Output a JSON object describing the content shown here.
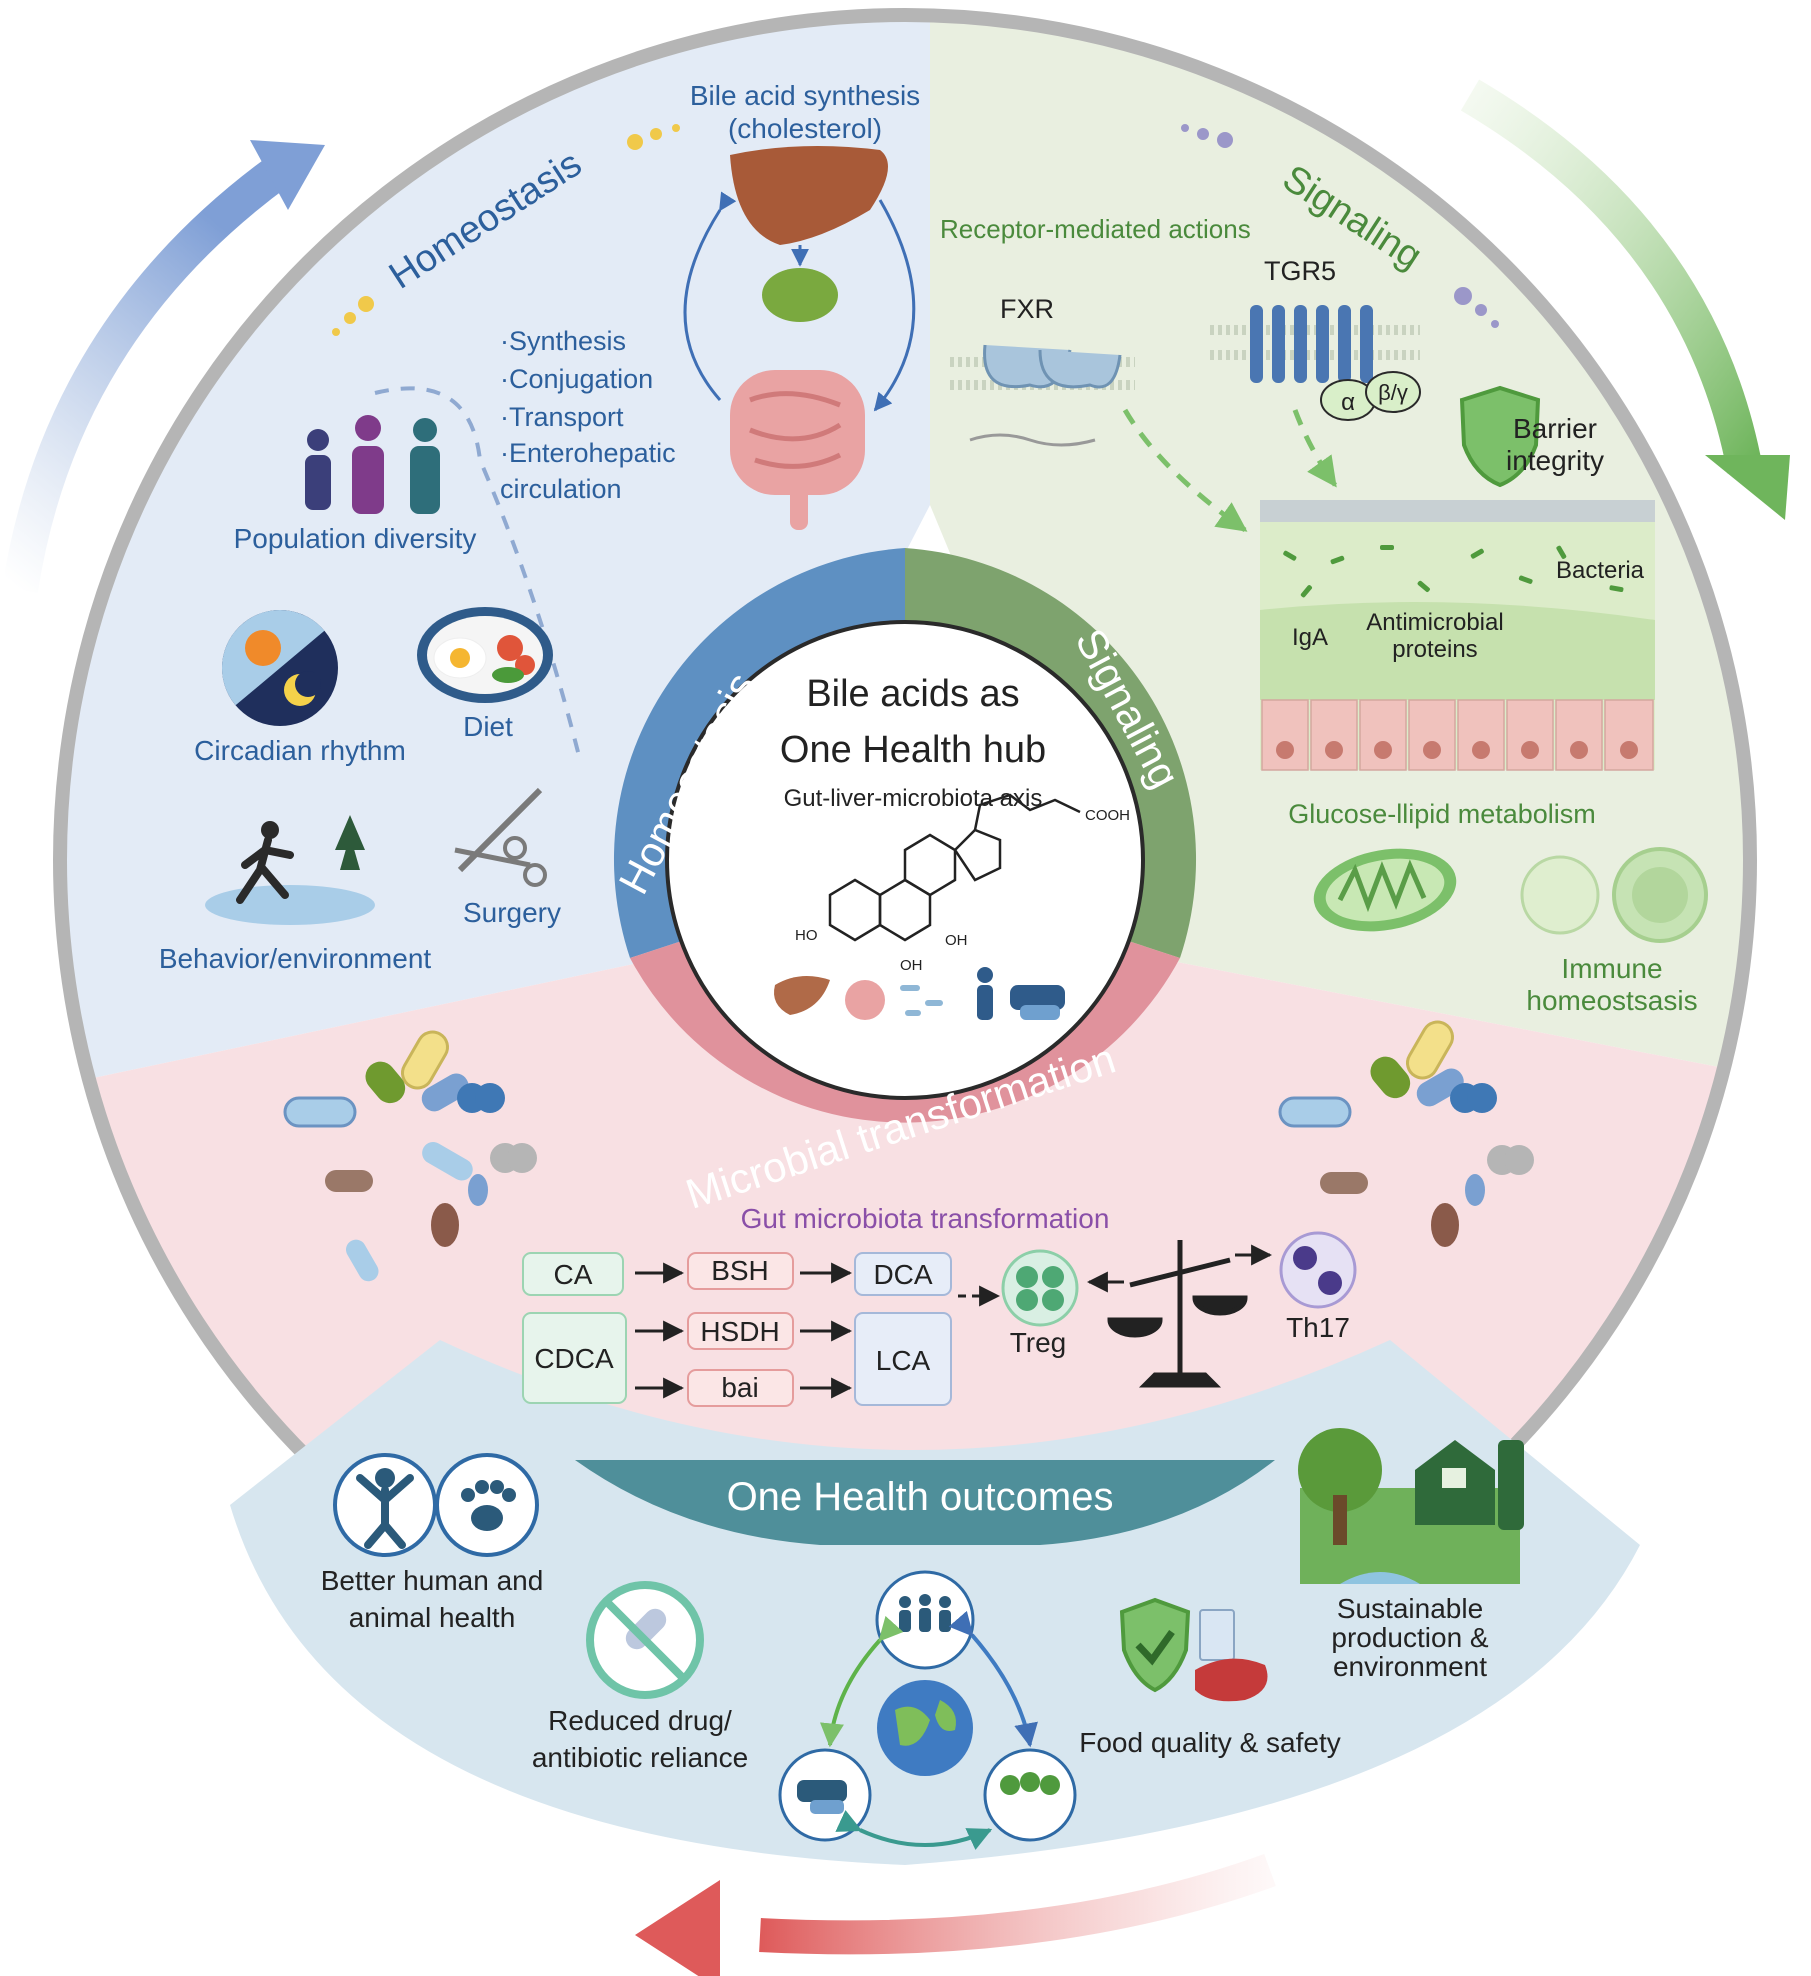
{
  "hub": {
    "title_line1": "Bile acids as",
    "title_line2": "One Health hub",
    "subtitle": "Gut-liver-microbiota axis",
    "chem_cooh": "COOH",
    "chem_ho": "HO",
    "chem_oh1": "OH",
    "chem_oh2": "OH"
  },
  "ring": {
    "homeostasis": "Homeostasis",
    "signaling": "Signaling",
    "microbial": "Microbial transformation"
  },
  "homeostasis": {
    "heading": "Homeostasis",
    "bile_title_1": "Bile acid synthesis",
    "bile_title_2": "(cholesterol)",
    "steps": [
      "·Synthesis",
      "·Conjugation",
      "·Transport",
      "·Enterohepatic",
      "circulation"
    ],
    "population": "Population diversity",
    "circadian": "Circadian rhythm",
    "diet": "Diet",
    "behavior": "Behavior/environment",
    "surgery": "Surgery"
  },
  "signaling": {
    "heading": "Signaling",
    "receptor": "Receptor-mediated actions",
    "fxr": "FXR",
    "tgr5": "TGR5",
    "alpha": "α",
    "beta_gamma": "β/γ",
    "barrier_1": "Barrier",
    "barrier_2": "integrity",
    "bacteria": "Bacteria",
    "iga": "IgA",
    "amp_1": "Antimicrobial",
    "amp_2": "proteins",
    "glucose": "Glucose-llipid metabolism",
    "immune_1": "Immune",
    "immune_2": "homeostsasis"
  },
  "microbial": {
    "title": "Gut microbiota transformation",
    "ca": "CA",
    "cdca": "CDCA",
    "bsh": "BSH",
    "hsdh": "HSDH",
    "bai": "bai",
    "dca": "DCA",
    "lca": "LCA",
    "treg": "Treg",
    "th17": "Th17"
  },
  "outcomes": {
    "banner": "One Health outcomes",
    "health_1": "Better human and",
    "health_2": "animal health",
    "drug_1": "Reduced drug/",
    "drug_2": "antibiotic reliance",
    "food": "Food quality & safety",
    "sust_1": "Sustainable",
    "sust_2": "production &",
    "sust_3": "environment"
  },
  "colors": {
    "homeostasis": "#6b97c8",
    "signaling": "#7fa36f",
    "microbial": "#e0929c",
    "outcomes": "#4f8f9a",
    "ring": "#b5b5b5"
  }
}
